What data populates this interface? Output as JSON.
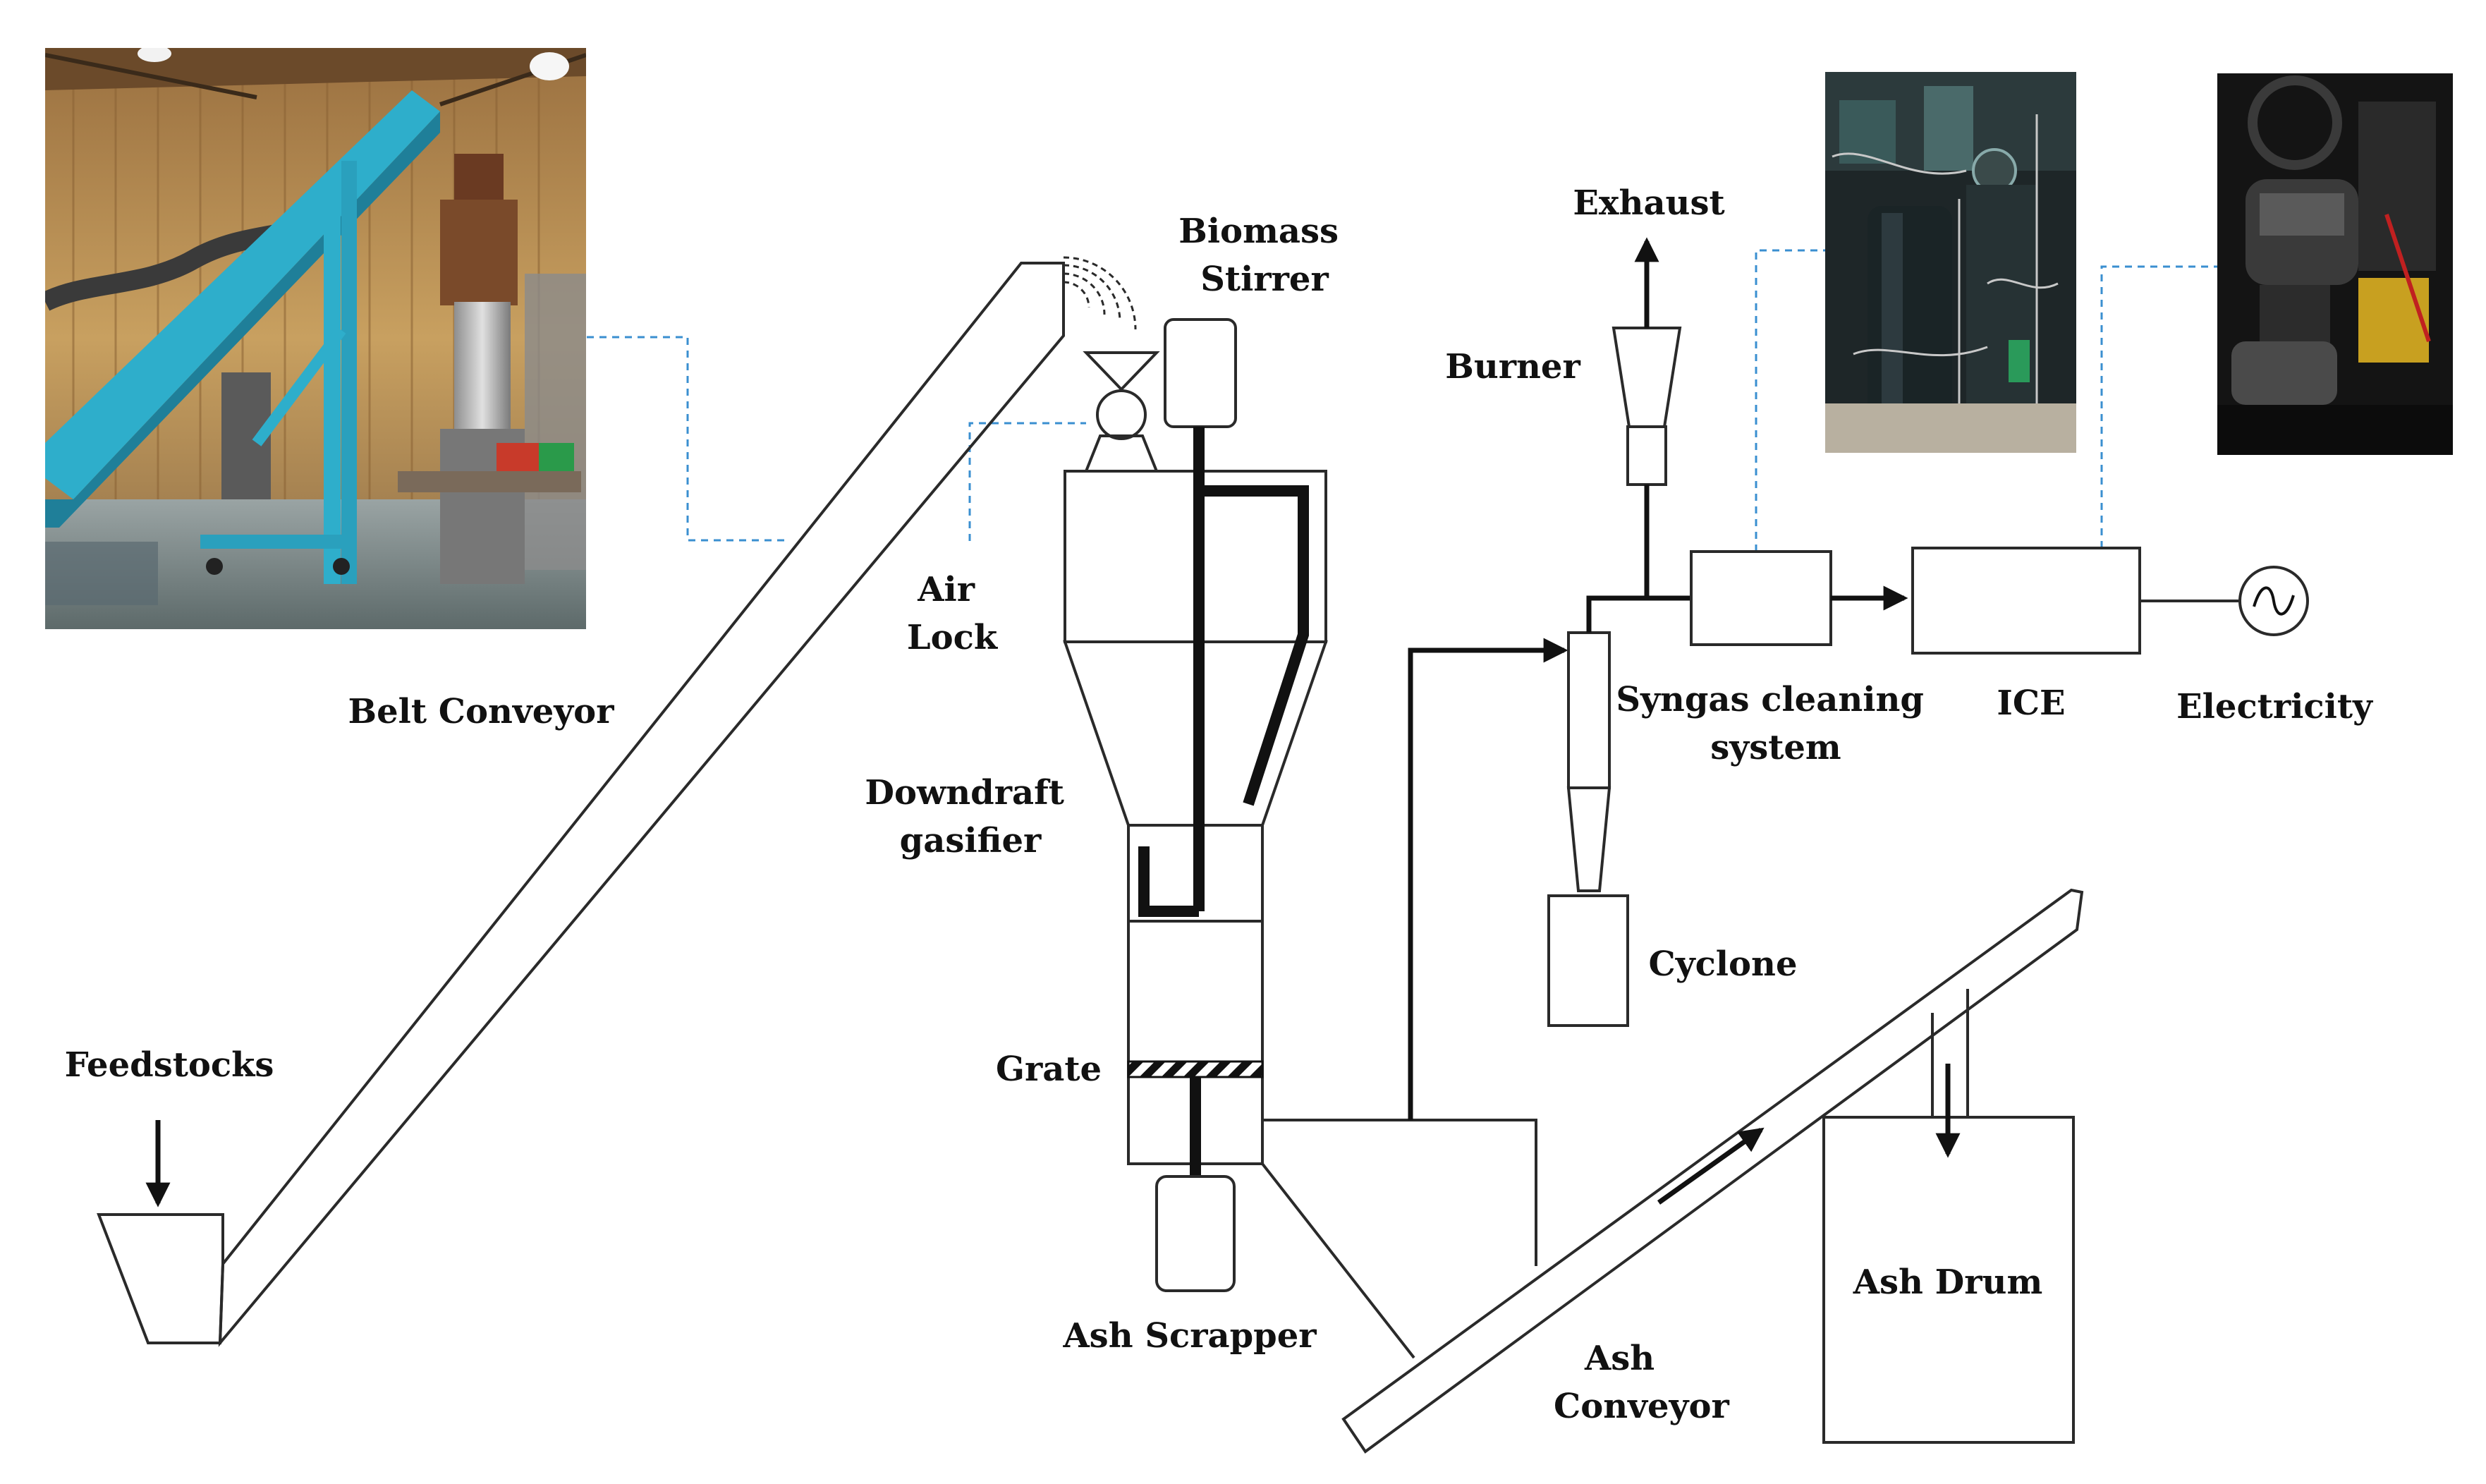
{
  "labels": {
    "biomass_stirrer": [
      "Biomass",
      "Stirrer"
    ],
    "exhaust": "Exhaust",
    "burner": "Burner",
    "air_lock": [
      "Air",
      "Lock"
    ],
    "belt_conveyor": "Belt Conveyor",
    "downdraft_gasifier": [
      "Downdraft",
      "gasifier"
    ],
    "syngas_cleaning": [
      "Syngas cleaning",
      "system"
    ],
    "ice": "ICE",
    "electricity": "Electricity",
    "cyclone": "Cyclone",
    "feedstocks": "Feedstocks",
    "grate": "Grate",
    "ash_drum": "Ash Drum",
    "ash_scrapper": "Ash Scrapper",
    "ash_conveyor": [
      "Ash",
      "Conveyor"
    ]
  },
  "photos": [
    {
      "name": "belt-conveyor-photo",
      "subject": "belt conveyor and gasifier installation"
    },
    {
      "name": "syngas-cleaning-photo",
      "subject": "syngas cleaning system"
    },
    {
      "name": "ice-photo",
      "subject": "internal combustion engine generator"
    }
  ],
  "colors": {
    "line": "#111111",
    "leader": "#3a8fd0",
    "conveyor_photo": "#2eaecb",
    "wall_photo": "#c89a55"
  }
}
